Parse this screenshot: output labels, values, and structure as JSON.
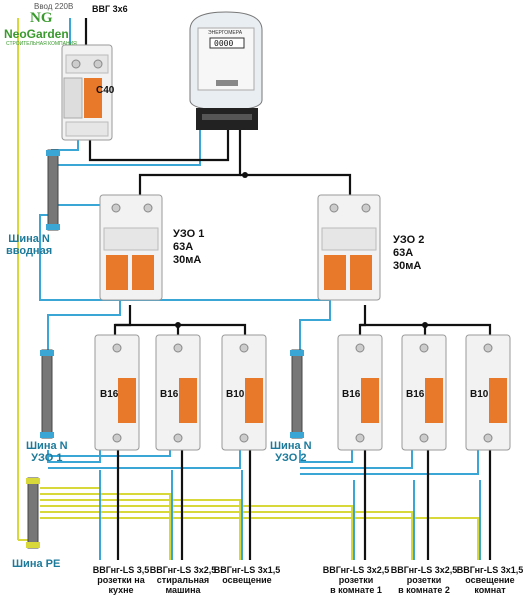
{
  "logo": {
    "monogram": "NG",
    "name": "NeoGarden",
    "tagline": "СТРОИТЕЛЬНАЯ КОМПАНИЯ"
  },
  "header": {
    "input_label": "Ввод 220В",
    "cable_label": "ВВГ 3х6"
  },
  "main_breaker": {
    "rating": "C40"
  },
  "meter": {
    "brand": "ЭНЕРГОМЕРА",
    "reading": "0000"
  },
  "buses": {
    "bus_input": {
      "line1": "Шина N",
      "line2": "вводная"
    },
    "bus_uzo1": {
      "line1": "Шина N",
      "line2": "УЗО 1"
    },
    "bus_uzo2": {
      "line1": "Шина N",
      "line2": "УЗО 2"
    },
    "bus_pe": {
      "line1": "Шина PE"
    }
  },
  "rcds": [
    {
      "name": "УЗО 1",
      "current": "63А",
      "leak": "30мА"
    },
    {
      "name": "УЗО 2",
      "current": "63А",
      "leak": "30мА"
    }
  ],
  "breakers": [
    {
      "rating": "B16",
      "cable": "ВВГнг-LS 3,5",
      "line2": "розетки на",
      "line3": "кухне"
    },
    {
      "rating": "B16",
      "cable": "ВВГнг-LS 3х2,5",
      "line2": "стиральная",
      "line3": "машина"
    },
    {
      "rating": "B10",
      "cable": "ВВГнг-LS 3х1,5",
      "line2": "освещение",
      "line3": ""
    },
    {
      "rating": "B16",
      "cable": "ВВГнг-LS 3х2,5",
      "line2": "розетки",
      "line3": "в комнате 1"
    },
    {
      "rating": "B16",
      "cable": "ВВГнг-LS 3х2,5",
      "line2": "розетки",
      "line3": "в комнате 2"
    },
    {
      "rating": "B10",
      "cable": "ВВГнг-LS 3х1,5",
      "line2": "освещение",
      "line3": "комнат"
    }
  ],
  "colors": {
    "neutral": "#3aa6d6",
    "earth": "#d8d83a",
    "phase": "#111111",
    "orange": "#e8782a",
    "device": "#f2f2f2"
  }
}
